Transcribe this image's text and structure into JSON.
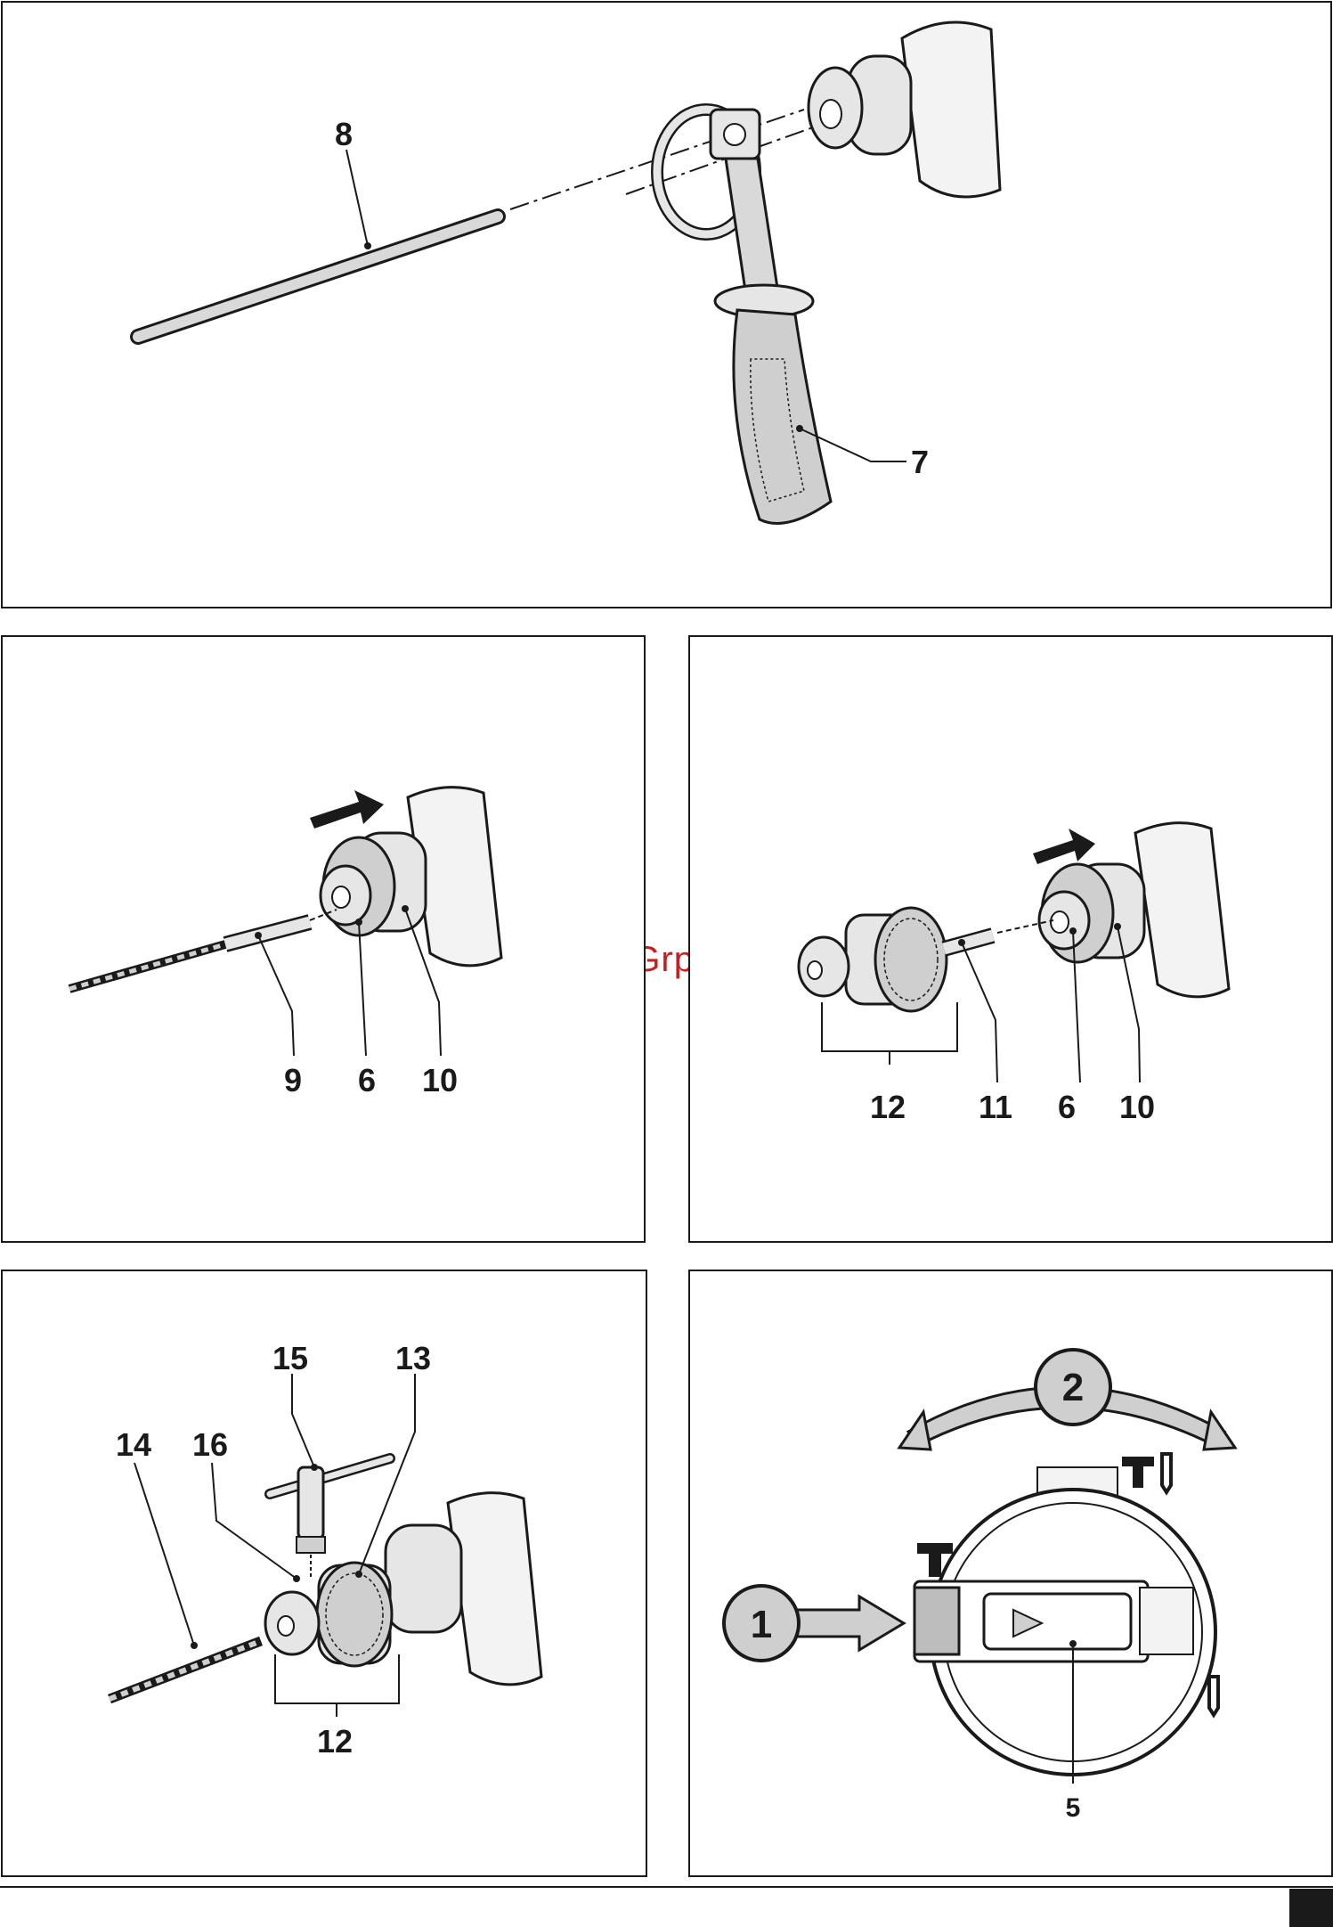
{
  "watermark": "McGrp.Ru",
  "figures": {
    "top": {
      "labels": {
        "rod": "8",
        "handle": "7"
      }
    },
    "sds_bit": {
      "labels": {
        "bit": "9",
        "chuck_front": "6",
        "chuck_sleeve": "10"
      }
    },
    "chuck_adapter": {
      "labels": {
        "chuck": "12",
        "adapter": "11",
        "chuck_front": "6",
        "chuck_sleeve": "10"
      }
    },
    "keyed_chuck": {
      "labels": {
        "key": "15",
        "collar": "13",
        "bit": "14",
        "key_hole": "16",
        "chuck": "12"
      }
    },
    "mode_selector": {
      "labels": {
        "step_press": "1",
        "step_rotate": "2",
        "selector": "5"
      }
    }
  },
  "colors": {
    "ink": "#1a1a1a",
    "fill_light": "#e6e6e6",
    "fill_mid": "#bdbdbd",
    "watermark": "#c81e1e"
  }
}
